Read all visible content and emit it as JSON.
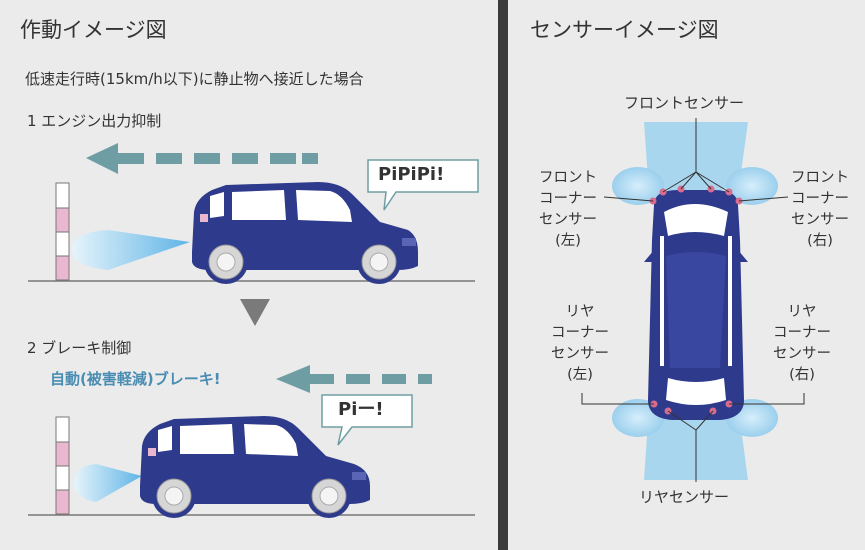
{
  "left": {
    "title": "作動イメージ図",
    "condition": "低速走行時(15km/h以下)に静止物へ接近した場合",
    "step1": "1  エンジン出力抑制",
    "bubble1": "PiPiPi!",
    "step2": "2  ブレーキ制御",
    "brake_label": "自動(被害軽減)ブレーキ!",
    "bubble2": "Piー!"
  },
  "right": {
    "title": "センサーイメージ図",
    "front_sensor": "フロントセンサー",
    "front_corner_left": "フロント\nコーナー\nセンサー\n(左)",
    "front_corner_right": "フロント\nコーナー\nセンサー\n(右)",
    "rear_corner_left": "リヤ\nコーナー\nセンサー\n(左)",
    "rear_corner_right": "リヤ\nコーナー\nセンサー\n(右)",
    "rear_sensor": "リヤセンサー"
  },
  "colors": {
    "car_body": "#2e3a8c",
    "sensor_beam": "#a9d6ef",
    "arrow": "#6e9ea3",
    "brake_text": "#4a8db3",
    "sensor_dot": "#d86c8e",
    "barrier_pink": "#e9b7cf"
  }
}
